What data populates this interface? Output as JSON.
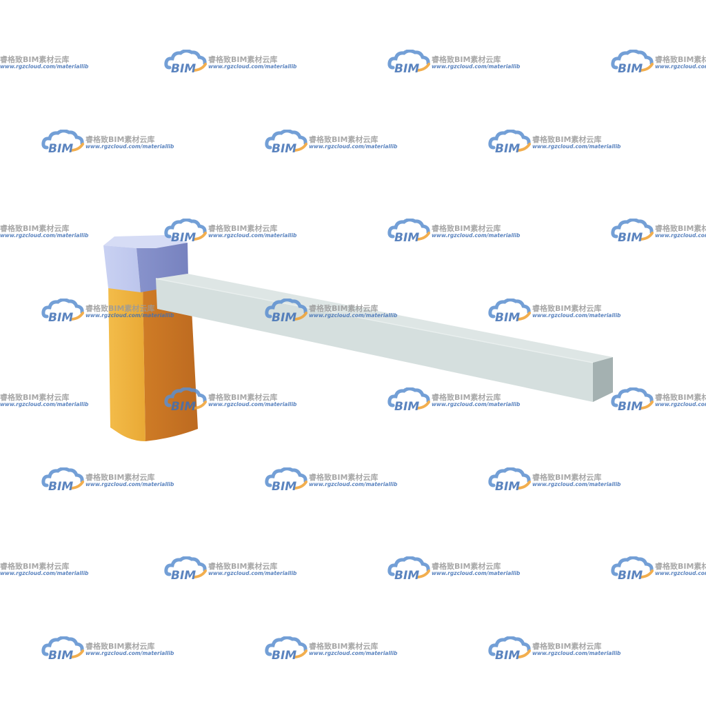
{
  "watermark": {
    "brand_cn": "睿格致BIM素材云库",
    "url": "www.rgzcloud.com/materiallib",
    "logo_text": "BIM",
    "logo_colors": {
      "cloud": "#5b8fd0",
      "swoosh": "#f0a030",
      "text": "#3f6fb5"
    }
  },
  "object": {
    "name": "barrier-gate",
    "cabinet_colors": {
      "cap_light": "#c8d0f0",
      "cap_dark": "#7f8ac4",
      "body_light": "#f0b43e",
      "body_dark": "#c46e22"
    },
    "arm_colors": {
      "top": "#dde6e5",
      "side": "#c9d3d2",
      "end": "#a3b0b0"
    }
  }
}
